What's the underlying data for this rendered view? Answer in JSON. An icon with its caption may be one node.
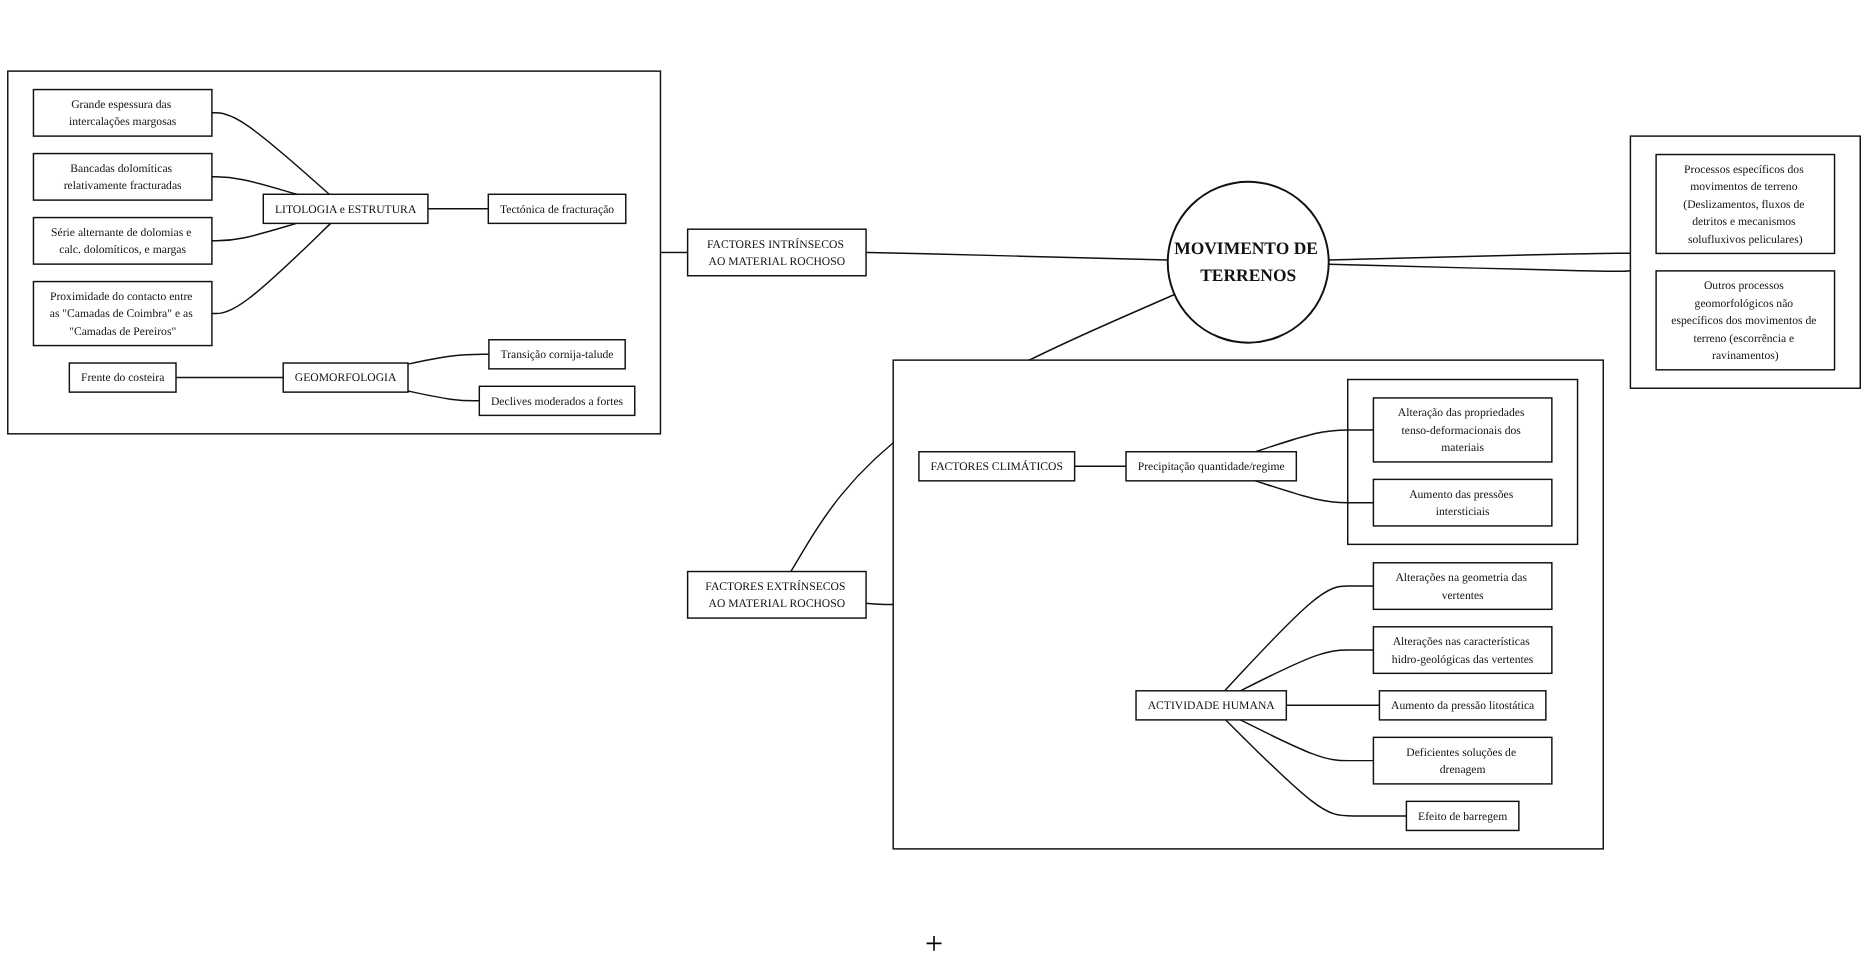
{
  "diagram": {
    "nodes": [
      {
        "text": [],
        "shape": "box"
      },
      {
        "text": [
          "Grande espessura das intercalações margosas"
        ],
        "in": 0
      },
      {
        "text": [
          "Bancadas dolomíticas relativamente fracturadas"
        ],
        "in": 0
      },
      {
        "text": [
          "Série alternante de dolomias e calc. dolomíticos, e margas"
        ],
        "in": 0
      },
      {
        "text": [
          "Proximidade do contacto entre as \"Camadas de Coimbra\" e as \"Camadas de Pereiros\""
        ],
        "in": 0
      },
      {
        "text": [
          "LITOLOGIA e ESTRUTURA"
        ],
        "in": 0
      },
      {
        "text": [
          "Tectónica de fracturação"
        ],
        "in": 0
      },
      {
        "text": [
          "Frente do costeira"
        ],
        "in": 0
      },
      {
        "text": [
          "GEOMORFOLOGIA"
        ],
        "in": 0
      },
      {
        "text": [
          "Transição cornija-talude"
        ],
        "in": 0
      },
      {
        "text": [
          "Declives moderados a fortes"
        ],
        "in": 0
      },
      {
        "text": [
          "FACTORES INTRÍNSECOS AO MATERIAL ROCHOSO"
        ]
      },
      {
        "text": [
          "FACTORES EXTRÍNSECOS AO MATERIAL ROCHOSO"
        ]
      },
      {
        "text": [
          "MOVIMENTO DE TERRENOS"
        ]
      },
      {
        "text": [],
        "shape": "box"
      },
      {
        "text": [
          "Processos específicos dos movimentos de terreno (Deslizamentos, fluxos de detritos e mecanismos solufluxivos peliculares)"
        ],
        "in": 14
      },
      {
        "text": [
          "Outros processos geomorfológicos não específicos dos movimentos de terreno (escorrência e ravinamentos)"
        ],
        "in": 14
      },
      {
        "text": [],
        "shape": "box"
      },
      {
        "text": [
          "FACTORES CLIMÁTICOS"
        ],
        "in": 17
      },
      {
        "text": [
          "Precipitação quantidade/regime"
        ],
        "in": 17
      },
      {
        "text": [],
        "shape": "box",
        "in": 17
      },
      {
        "text": [
          "Alteração das propriedades tenso-deformacionais dos materiais"
        ],
        "in": 20
      },
      {
        "text": [
          "Aumento das pressões intersticiais"
        ],
        "in": 20
      },
      {
        "text": [
          "ACTIVIDADE HUMANA"
        ],
        "in": 17
      },
      {
        "text": [
          "Alterações na geometria das vertentes"
        ],
        "in": 17
      },
      {
        "text": [
          "Alterações nas características hidro-geológicas das vertentes"
        ],
        "in": 17
      },
      {
        "text": [
          "Aumento da pressão litostática"
        ],
        "in": 17
      },
      {
        "text": [
          "Deficientes soluções de drenagem"
        ],
        "in": 17
      },
      {
        "text": [
          "Efeito de barregem"
        ],
        "in": 17
      }
    ],
    "edges": [
      {
        "from": 1,
        "to": 5,
        "arrow": "none"
      },
      {
        "from": 2,
        "to": 5,
        "arrow": "none"
      },
      {
        "from": 3,
        "to": 5,
        "arrow": "none"
      },
      {
        "from": 4,
        "to": 5,
        "arrow": "none"
      },
      {
        "from": 5,
        "to": 6,
        "arrow": "none"
      },
      {
        "from": 7,
        "to": 8,
        "arrow": "none"
      },
      {
        "from": 8,
        "to": 9,
        "arrow": "none"
      },
      {
        "from": 8,
        "to": 10,
        "arrow": "none"
      },
      {
        "from": 0,
        "to": 11,
        "arrow": "none"
      },
      {
        "from": 11,
        "to": 13,
        "arrow": "none"
      },
      {
        "from": 12,
        "to": 13,
        "arrow": "none"
      },
      {
        "from": 12,
        "to": 17,
        "arrow": "none"
      },
      {
        "from": 13,
        "to": 14,
        "arrow": "none"
      },
      {
        "from": 13,
        "to": 14,
        "arrow": "none"
      },
      {
        "from": 18,
        "to": 19,
        "arrow": "none"
      },
      {
        "from": 19,
        "to": 21,
        "arrow": "none"
      },
      {
        "from": 19,
        "to": 22,
        "arrow": "none"
      },
      {
        "from": 23,
        "to": 24,
        "arrow": "none"
      },
      {
        "from": 23,
        "to": 25,
        "arrow": "none"
      },
      {
        "from": 23,
        "to": 26,
        "arrow": "none"
      },
      {
        "from": 23,
        "to": 27,
        "arrow": "none"
      },
      {
        "from": 23,
        "to": 28,
        "arrow": "none"
      }
    ],
    "labels": [
      "+"
    ]
  }
}
